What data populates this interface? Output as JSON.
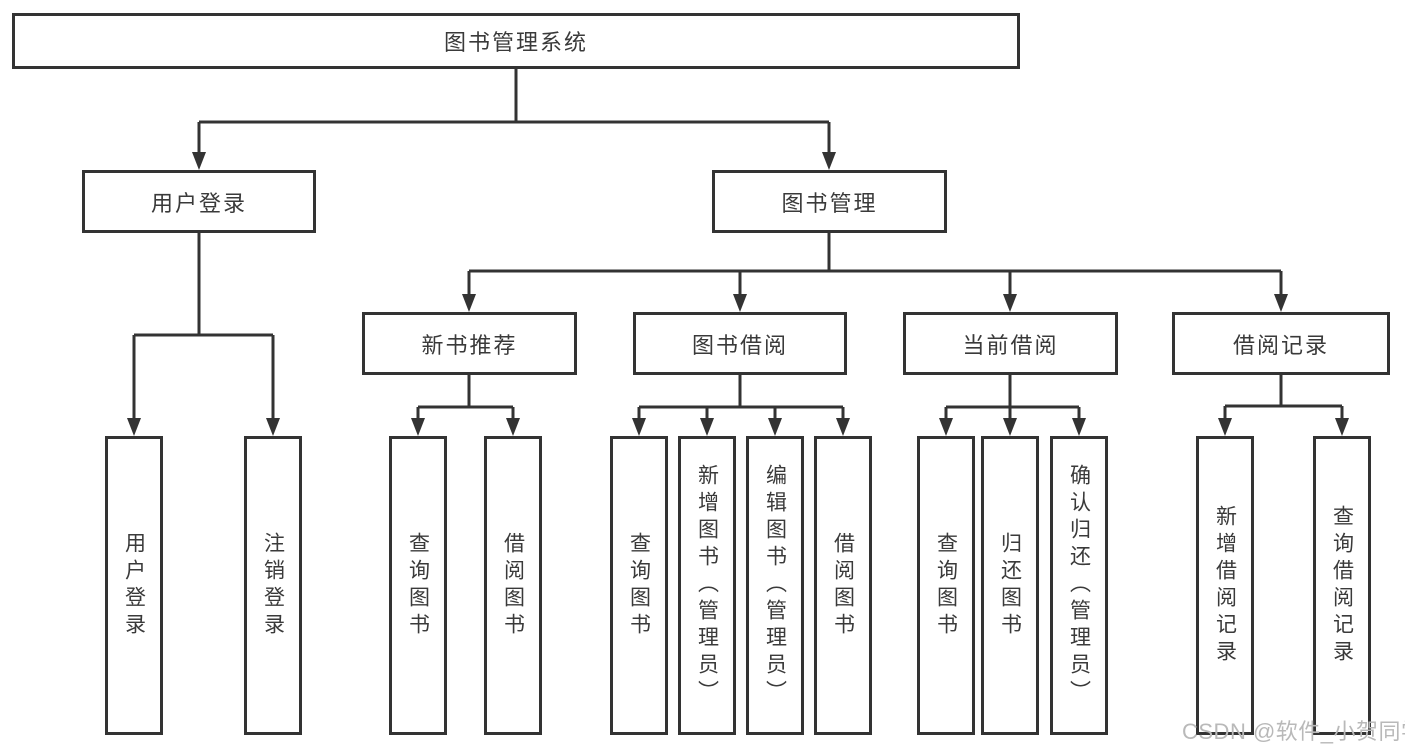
{
  "diagram_type": "tree",
  "colors": {
    "line": "#333333",
    "box_border": "#333333",
    "text": "#3a3a3a",
    "watermark": "#b9b9b9",
    "background": "#ffffff"
  },
  "nodes": {
    "root": "图书管理系统",
    "user_login": "用户登录",
    "book_mgmt": "图书管理",
    "new_book_rec": "新书推荐",
    "book_borrow": "图书借阅",
    "current_borrow": "当前借阅",
    "borrow_records": "借阅记录",
    "leaf_user_login": "用户登录",
    "leaf_logout": "注销登录",
    "leaf_nb_query": "查询图书",
    "leaf_nb_borrow": "借阅图书",
    "leaf_bb_query": "查询图书",
    "leaf_bb_add": "新增图书（管理员）",
    "leaf_bb_edit": "编辑图书（管理员）",
    "leaf_bb_borrow": "借阅图书",
    "leaf_cb_query": "查询图书",
    "leaf_cb_return": "归还图书",
    "leaf_cb_confirm": "确认归还（管理员）",
    "leaf_br_add": "新增借阅记录",
    "leaf_br_query": "查询借阅记录"
  },
  "hierarchy": {
    "图书管理系统": [
      "用户登录",
      "图书管理"
    ],
    "用户登录": [
      "用户登录",
      "注销登录"
    ],
    "图书管理": [
      "新书推荐",
      "图书借阅",
      "当前借阅",
      "借阅记录"
    ],
    "新书推荐": [
      "查询图书",
      "借阅图书"
    ],
    "图书借阅": [
      "查询图书",
      "新增图书（管理员）",
      "编辑图书（管理员）",
      "借阅图书"
    ],
    "当前借阅": [
      "查询图书",
      "归还图书",
      "确认归还（管理员）"
    ],
    "借阅记录": [
      "新增借阅记录",
      "查询借阅记录"
    ]
  },
  "watermark": "CSDN @软件_小贺同学"
}
